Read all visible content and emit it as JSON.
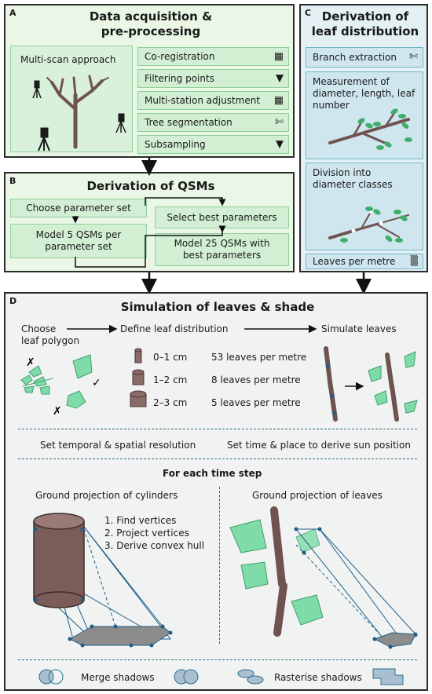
{
  "panel_a": {
    "letter": "A",
    "title_line1": "Data acquisition &",
    "title_line2": "pre-processing",
    "multi_scan": "Multi-scan approach",
    "steps": [
      "Co-registration",
      "Filtering points",
      "Multi-station adjustment",
      "Tree segmentation",
      "Subsampling"
    ]
  },
  "panel_b": {
    "letter": "B",
    "title": "Derivation of QSMs",
    "choose": "Choose parameter set",
    "model5_line1": "Model 5 QSMs per",
    "model5_line2": "parameter set",
    "select": "Select best parameters",
    "model25_line1": "Model 25 QSMs with",
    "model25_line2": "best parameters"
  },
  "panel_c": {
    "letter": "C",
    "title_line1": "Derivation of",
    "title_line2": "leaf distribution",
    "branch": "Branch extraction",
    "measure_line1": "Measurement of",
    "measure_line2": "diameter, length, leaf",
    "measure_line3": "number",
    "division_line1": "Division into",
    "division_line2": "diameter classes",
    "leaves": "Leaves per metre"
  },
  "panel_d": {
    "letter": "D",
    "title": "Simulation of leaves & shade",
    "choose_line1": "Choose",
    "choose_line2": "leaf polygon",
    "define": "Define leaf distribution",
    "simulate": "Simulate leaves",
    "classes": [
      {
        "range": "0–1 cm",
        "leaves": "53 leaves per metre"
      },
      {
        "range": "1–2 cm",
        "leaves": "8 leaves per metre"
      },
      {
        "range": "2–3 cm",
        "leaves": "5 leaves per metre"
      }
    ],
    "set_res": "Set temporal & spatial resolution",
    "set_time": "Set time & place to derive sun position",
    "each": "For each time step",
    "ground_cyl": "Ground projection of cylinders",
    "steps": [
      "1.   Find vertices",
      "2.   Project vertices",
      "3.   Derive convex hull"
    ],
    "ground_leaves": "Ground projection of leaves",
    "merge": "Merge shadows",
    "rasterise": "Rasterise shadows"
  },
  "colors": {
    "green_panel": "#eaf6e6",
    "green_box": "#d2efd3",
    "blue_panel": "#e4f0f3",
    "blue_box": "#cfe6ee",
    "leaf": "#6fcf97",
    "bark": "#6e5350",
    "dot": "#1f5f86"
  }
}
